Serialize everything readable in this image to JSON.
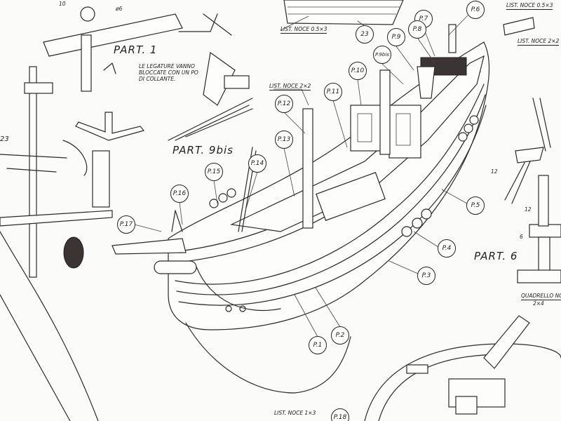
{
  "parts": {
    "part1": "PART. 1",
    "part9bis": "PART. 9bis",
    "part6": "PART. 6"
  },
  "notes": {
    "legature": [
      "LE LEGATURE VANNO",
      "BLOCCATE CON UN PO",
      "DI COLLANTE."
    ],
    "list_noce_05x3_top": "LIST. NOCE 0.5×3",
    "list_noce_05x3_right": "LIST. NOCE 0.5×3",
    "list_noce_2x2_right": "LIST. NOCE 2×2",
    "list_noce_2x2_mast": "LIST. NOCE 2×2",
    "list_noce_1x3": "LIST. NOCE 1×3",
    "quadrello": "QUADRELLO NOCE",
    "quadrello_size": "2×4"
  },
  "dimensions": {
    "phi6": "ø6",
    "d12_left": "12",
    "d12": "12",
    "d6": "6",
    "d10": "10"
  },
  "callouts": {
    "p1": "P.1",
    "p2": "P.2",
    "p3": "P.3",
    "p4": "P.4",
    "p5": "P.5",
    "p6": "P.6",
    "p7": "P.7",
    "p8": "P.8",
    "p9": "P.9",
    "p9bis": "P.9bis",
    "p10": "P.10",
    "p11": "P.11",
    "p12": "P.12",
    "p13": "P.13",
    "p14": "P.14",
    "p15": "P.15",
    "p16": "P.16",
    "p17": "P.17",
    "p18": "P.18",
    "n23": "23",
    "n23_left": "23"
  }
}
